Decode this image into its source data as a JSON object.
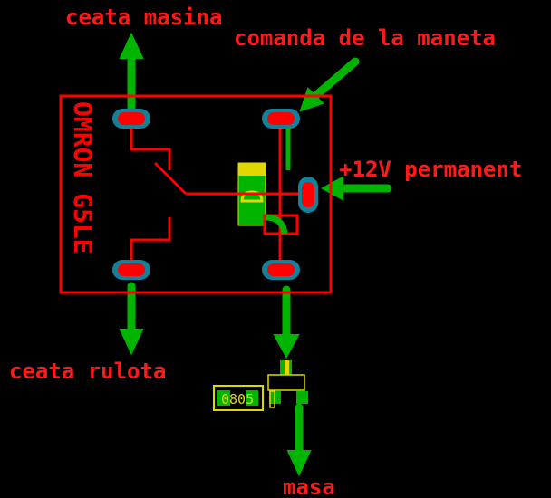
{
  "labels": {
    "top_left": "ceata masina",
    "top_right": "comanda de la maneta",
    "right": "+12V permanent",
    "bottom_left": "ceata rulota",
    "bottom": "masa"
  },
  "component": {
    "relay_silkscreen": "OMRON G5LE",
    "smd_package": "0805"
  },
  "colors": {
    "background": "#000000",
    "copper_top": "#ff0000",
    "arrow": "#00b400",
    "pad_ring": "#14809a",
    "silkscreen": "#e0d800"
  }
}
